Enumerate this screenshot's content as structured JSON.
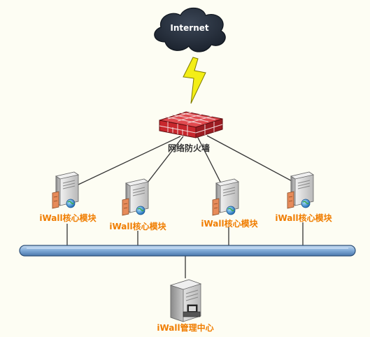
{
  "internet_label": "Internet",
  "firewall_label": "网络防火墙",
  "modules": [
    {
      "label": "iWall核心模块"
    },
    {
      "label": "iWall核心模块"
    },
    {
      "label": "iWall核心模块"
    },
    {
      "label": "iWall核心模块"
    }
  ],
  "management_label": "iWall管理中心",
  "colors": {
    "background": "#fdfdf3",
    "label_orange": "#f07d00",
    "cloud": "#27313f",
    "firewall_red": "#c8272d",
    "bus_blue": "#7fa9d6",
    "lightning": "#f3ee16"
  },
  "icons": [
    "cloud-icon",
    "lightning-icon",
    "firewall-icon",
    "server-icon",
    "workstation-icon",
    "globe-icon"
  ]
}
